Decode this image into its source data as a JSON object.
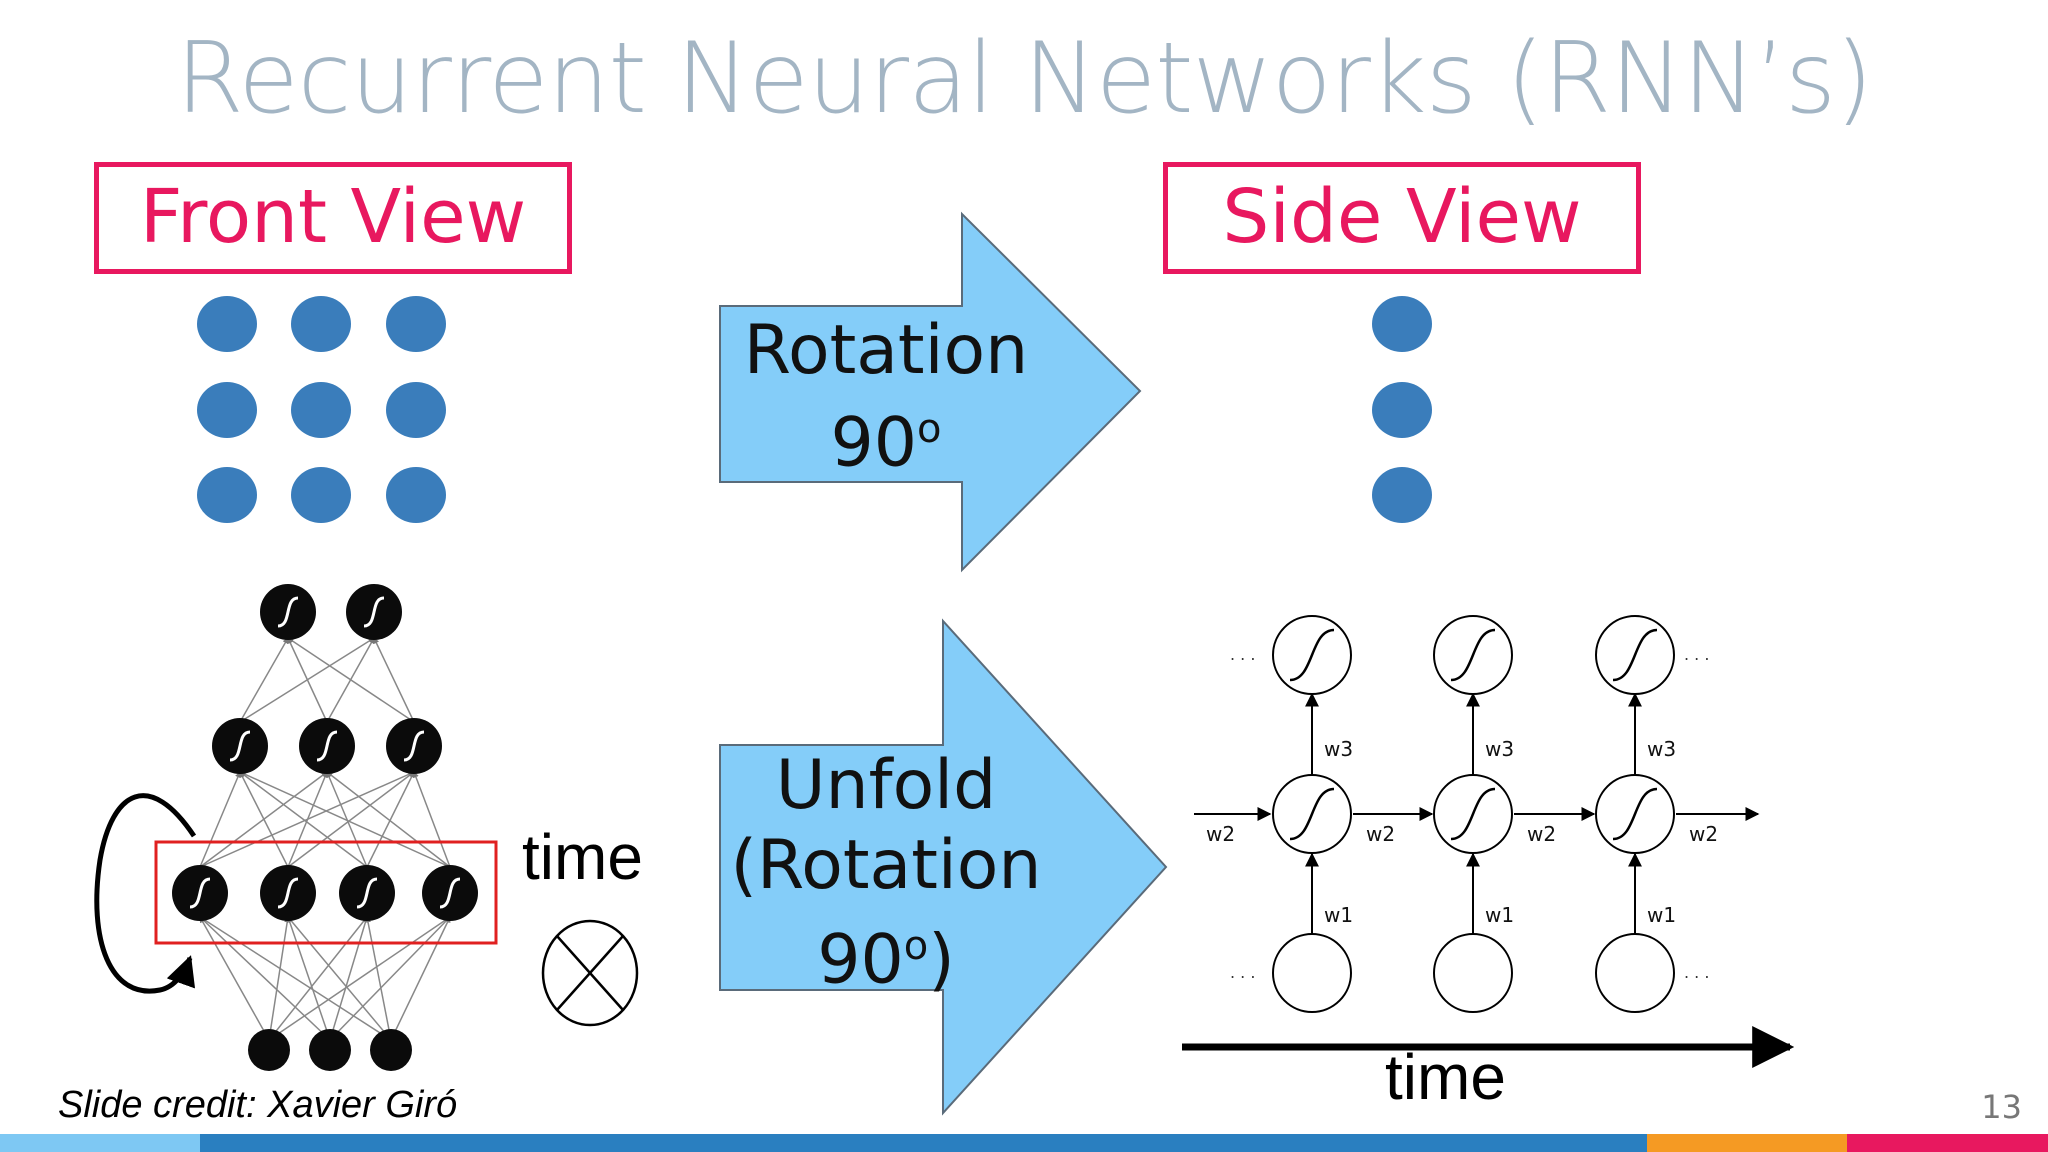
{
  "slide": {
    "title": "Recurrent Neural Networks (RNN’s)",
    "front_view_label": "Front View",
    "side_view_label": "Side View",
    "arrow1": {
      "line1": "Rotation",
      "line2_main": "90",
      "line2_sup": "o"
    },
    "arrow2": {
      "line1": "Unfold",
      "line2": "(Rotation",
      "line3_main": "90",
      "line3_sup": "o",
      "line3_end": ")"
    },
    "time_label_left": "time",
    "time_label_right": "time",
    "weight_labels": {
      "w1": "w1",
      "w2": "w2",
      "w3": "w3"
    },
    "ellipsis": ". . .",
    "credit": "Slide credit: Xavier Giró",
    "page_number": "13"
  },
  "colors": {
    "title": "#a3b5c4",
    "accent_pink": "#e8185f",
    "neuron_blue": "#3a7dbb",
    "arrow_fill": "#84cdf9",
    "highlight_red": "#e02020",
    "footer": [
      "#7ec8f3",
      "#2a7fc0",
      "#f59a23",
      "#e8185f"
    ]
  }
}
